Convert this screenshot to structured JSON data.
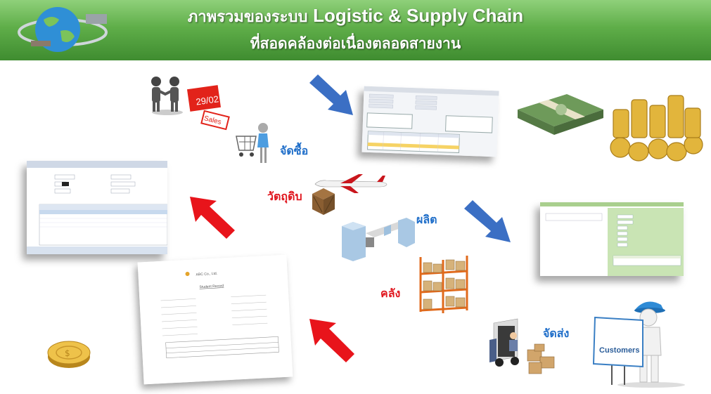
{
  "header": {
    "title_th": "ภาพรวมของระบบ ",
    "title_en": "Logistic & Supply Chain",
    "subtitle": "ที่สอดคล้องต่อเนื่องตลอดสายงาน"
  },
  "labels": {
    "purchase": "จัดซื้อ",
    "raw_material": "วัตถุดิบ",
    "produce": "ผลิต",
    "warehouse": "คลัง",
    "deliver": "จัดส่ง"
  },
  "images": {
    "sales_sign": "Sales",
    "sales_date": "29/02",
    "customers_sign": "Customers",
    "report_company": "ABC Co., Ltd.",
    "report_title": "Student Record"
  },
  "colors": {
    "header_green": "#5fae49",
    "label_blue": "#1f6ec9",
    "label_red": "#e0161e",
    "arrow_blue": "#3b6fc4",
    "arrow_red": "#e8141b"
  }
}
